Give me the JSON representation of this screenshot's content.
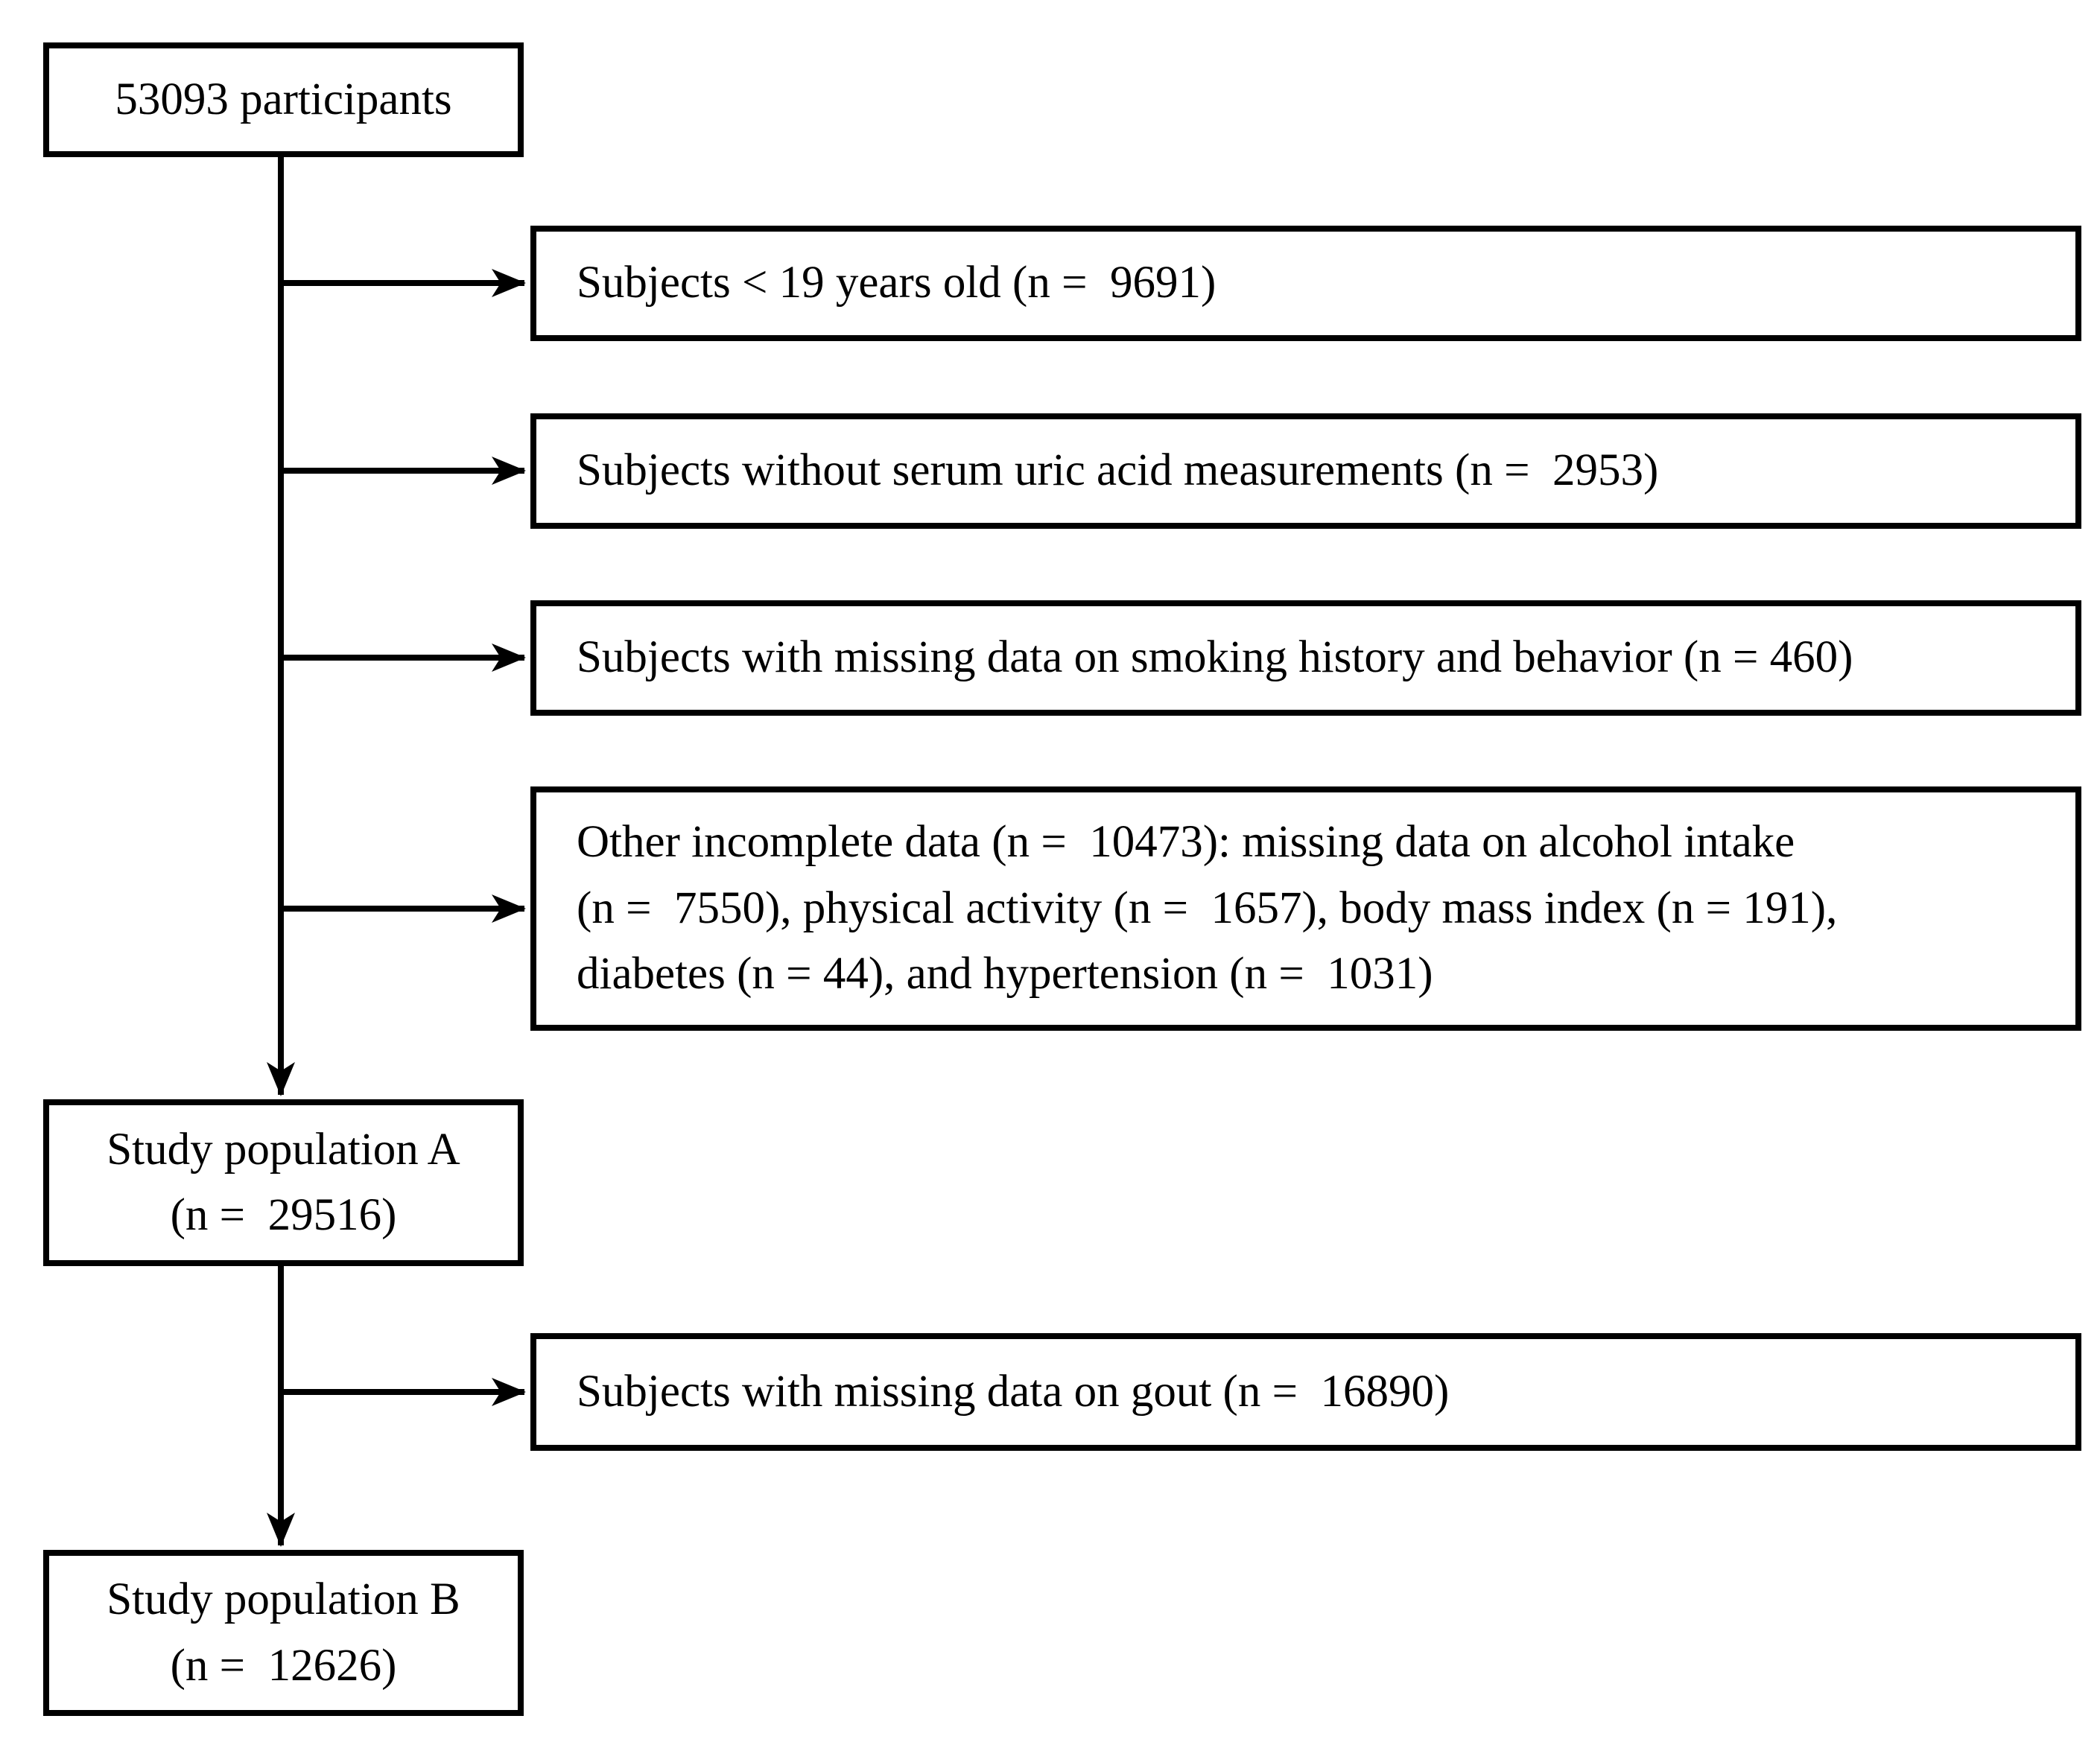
{
  "diagram": {
    "type": "flowchart",
    "background_color": "#ffffff",
    "line_color": "#000000",
    "nodes": {
      "participants": {
        "label": "53093 participants"
      },
      "exclusion_age": {
        "label": "Subjects < 19 years old (n =  9691)"
      },
      "exclusion_uric_acid": {
        "label": "Subjects without serum uric acid measurements (n =  2953)"
      },
      "exclusion_smoking": {
        "label": "Subjects with missing data on smoking history and behavior (n = 460)"
      },
      "exclusion_other": {
        "lines": [
          "Other incomplete data (n =  10473): missing data on alcohol intake",
          "(n =  7550), physical activity (n =  1657), body mass index (n = 191),",
          "diabetes (n = 44), and hypertension (n =  1031)"
        ]
      },
      "population_a": {
        "lines": [
          "Study population A",
          "(n =  29516)"
        ]
      },
      "exclusion_gout": {
        "label": "Subjects with missing data on gout (n =  16890)"
      },
      "population_b": {
        "lines": [
          "Study population B",
          "(n =  12626)"
        ]
      }
    }
  }
}
